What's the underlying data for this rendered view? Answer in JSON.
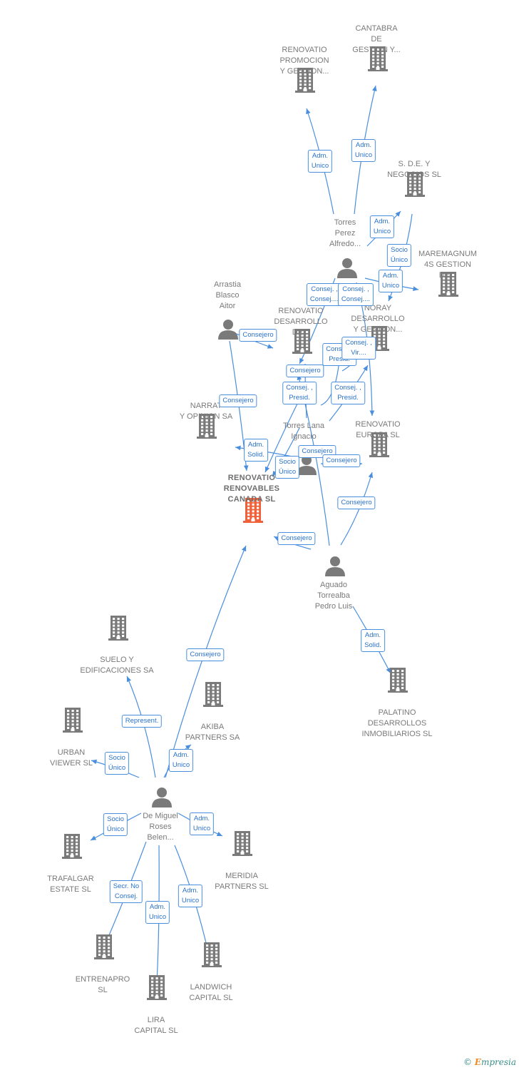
{
  "colors": {
    "edge": "#4a8fde",
    "company": "#7a7a7a",
    "main_company": "#f0613a",
    "person": "#7a7a7a"
  },
  "nodes": [
    {
      "id": "renovatio-canada",
      "type": "company",
      "main": true,
      "label": [
        "RENOVATIO",
        "RENOVABLES",
        "CANADA  SL"
      ]
    },
    {
      "id": "renovatio-promocion",
      "type": "company",
      "label": [
        "RENOVATIO",
        "PROMOCION",
        "Y GESTION..."
      ]
    },
    {
      "id": "cantabra",
      "type": "company",
      "label": [
        "CANTABRA",
        "DE",
        "GESTION Y..."
      ]
    },
    {
      "id": "sde-negocios",
      "type": "company",
      "label": [
        "S. D.E. Y",
        "NEGOCIOS SL"
      ]
    },
    {
      "id": "maremagnum",
      "type": "company",
      "label": [
        "MAREMAGNUM",
        "4S GESTION",
        "DE..."
      ]
    },
    {
      "id": "noray",
      "type": "company",
      "label": [
        "NORAY",
        "DESARROLLO",
        "Y GESTION..."
      ]
    },
    {
      "id": "renovatio-desarrollo",
      "type": "company",
      "label": [
        "RENOVATIO",
        "DESARROLLO",
        "DE..."
      ]
    },
    {
      "id": "narrat",
      "type": "company",
      "label": [
        "NARRAT",
        "Y OPINION SA"
      ]
    },
    {
      "id": "renovatio-europa",
      "type": "company",
      "label": [
        "RENOVATIO",
        "EUROPA SL"
      ]
    },
    {
      "id": "palatino",
      "type": "company",
      "label": [
        "PALATINO",
        "DESARROLLOS",
        "INMOBILIARIOS SL"
      ]
    },
    {
      "id": "suelo",
      "type": "company",
      "label": [
        "SUELO Y",
        "EDIFICACIONES SA"
      ]
    },
    {
      "id": "akiba",
      "type": "company",
      "label": [
        "AKIBA",
        "PARTNERS SA"
      ]
    },
    {
      "id": "urban",
      "type": "company",
      "label": [
        "URBAN",
        "VIEWER SL"
      ]
    },
    {
      "id": "trafalgar",
      "type": "company",
      "label": [
        "TRAFALGAR",
        "ESTATE  SL"
      ]
    },
    {
      "id": "meridia",
      "type": "company",
      "label": [
        "MERIDIA",
        "PARTNERS  SL"
      ]
    },
    {
      "id": "entrenapro",
      "type": "company",
      "label": [
        "ENTRENAPRO",
        "SL"
      ]
    },
    {
      "id": "lira",
      "type": "company",
      "label": [
        "LIRA",
        "CAPITAL SL"
      ]
    },
    {
      "id": "landwich",
      "type": "company",
      "label": [
        "LANDWICH",
        "CAPITAL  SL"
      ]
    },
    {
      "id": "torres-perez",
      "type": "person",
      "label": [
        "Torres",
        "Perez",
        "Alfredo..."
      ]
    },
    {
      "id": "arrastia",
      "type": "person",
      "label": [
        "Arrastia",
        "Blasco",
        "Aitor"
      ]
    },
    {
      "id": "torres-lana",
      "type": "person",
      "label": [
        "Torres Lana",
        "Ignacio"
      ]
    },
    {
      "id": "aguado",
      "type": "person",
      "label": [
        "Aguado",
        "Torrealba",
        "Pedro Luis"
      ]
    },
    {
      "id": "de-miguel",
      "type": "person",
      "label": [
        "De Miguel",
        "Roses",
        "Belen..."
      ]
    }
  ],
  "edges": [
    {
      "from": "torres-perez",
      "to": "renovatio-promocion",
      "label": [
        "Adm.",
        "Unico"
      ]
    },
    {
      "from": "torres-perez",
      "to": "cantabra",
      "label": [
        "Adm.",
        "Unico"
      ]
    },
    {
      "from": "torres-perez",
      "to": "sde-negocios",
      "label": [
        "Adm.",
        "Unico"
      ]
    },
    {
      "from": "torres-perez",
      "to": "maremagnum",
      "label": [
        "Adm.",
        "Unico"
      ]
    },
    {
      "from": "torres-perez",
      "to": "noray",
      "label": [
        "Socio",
        "Único"
      ]
    },
    {
      "from": "torres-perez",
      "to": "renovatio-desarrollo",
      "label": [
        "Consej. ,",
        "Consej...."
      ]
    },
    {
      "from": "torres-perez",
      "to": "renovatio-canada",
      "label": [
        "Consej. ,",
        "Consej...."
      ]
    },
    {
      "from": "arrastia",
      "to": "renovatio-desarrollo",
      "label": [
        "Consejero"
      ]
    },
    {
      "from": "arrastia",
      "to": "renovatio-canada",
      "label": [
        "Consejero"
      ]
    },
    {
      "from": "torres-lana",
      "to": "renovatio-desarrollo",
      "label": [
        "Consejero"
      ]
    },
    {
      "from": "torres-lana",
      "to": "noray",
      "label": [
        "Consej. ,",
        "Presid."
      ]
    },
    {
      "from": "torres-lana",
      "to": "renovatio-canada",
      "label": [
        "Consej. ,",
        "Presid."
      ]
    },
    {
      "from": "torres-lana",
      "to": "narrat",
      "label": [
        "Adm.",
        "Solid."
      ]
    },
    {
      "from": "torres-lana",
      "to": "renovatio-europa",
      "label": [
        "Consej. ,",
        "Presid."
      ]
    },
    {
      "from": "torres-lana",
      "to": "noray",
      "label": [
        "Socio",
        "Único"
      ]
    },
    {
      "from": "aguado",
      "to": "renovatio-desarrollo",
      "label": [
        "Consejero"
      ]
    },
    {
      "from": "aguado",
      "to": "noray",
      "label": [
        "Consej. ,",
        "Vir...."
      ]
    },
    {
      "from": "aguado",
      "to": "renovatio-canada",
      "label": [
        "Consejero"
      ]
    },
    {
      "from": "aguado",
      "to": "renovatio-europa",
      "label": [
        "Consejero"
      ]
    },
    {
      "from": "aguado",
      "to": "palatino",
      "label": [
        "Adm.",
        "Solid."
      ]
    },
    {
      "from": "aguado",
      "to": "renovatio-canada",
      "label": [
        "Consejero"
      ]
    },
    {
      "from": "de-miguel",
      "to": "renovatio-canada",
      "label": [
        "Consejero"
      ]
    },
    {
      "from": "de-miguel",
      "to": "suelo",
      "label": [
        "Represent."
      ]
    },
    {
      "from": "de-miguel",
      "to": "akiba",
      "label": [
        "Adm.",
        "Unico"
      ]
    },
    {
      "from": "de-miguel",
      "to": "urban",
      "label": [
        "Socio",
        "Único"
      ]
    },
    {
      "from": "de-miguel",
      "to": "trafalgar",
      "label": [
        "Socio",
        "Único"
      ]
    },
    {
      "from": "de-miguel",
      "to": "meridia",
      "label": [
        "Adm.",
        "Unico"
      ]
    },
    {
      "from": "de-miguel",
      "to": "entrenapro",
      "label": [
        "Secr.  No",
        "Consej."
      ]
    },
    {
      "from": "de-miguel",
      "to": "lira",
      "label": [
        "Adm.",
        "Unico"
      ]
    },
    {
      "from": "de-miguel",
      "to": "landwich",
      "label": [
        "Adm.",
        "Unico"
      ]
    }
  ],
  "footer": {
    "copyright": "©",
    "brand_initial": "E",
    "brand_rest": "mpresia"
  }
}
